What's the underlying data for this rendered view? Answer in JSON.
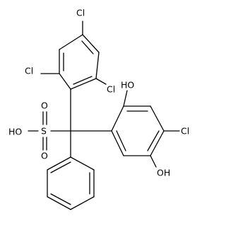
{
  "molecule": {
    "labels": {
      "cl_top": "Cl",
      "cl_left": "Cl",
      "cl_right": "Cl",
      "cl_phenol": "Cl",
      "oh_top": "HO",
      "oh_bottom": "OH",
      "sulfonic_oh": "HO",
      "sulfur": "S",
      "oxygen_upper": "O",
      "oxygen_lower": "O"
    }
  },
  "colors": {
    "ink": "#000000",
    "background": "#ffffff"
  }
}
